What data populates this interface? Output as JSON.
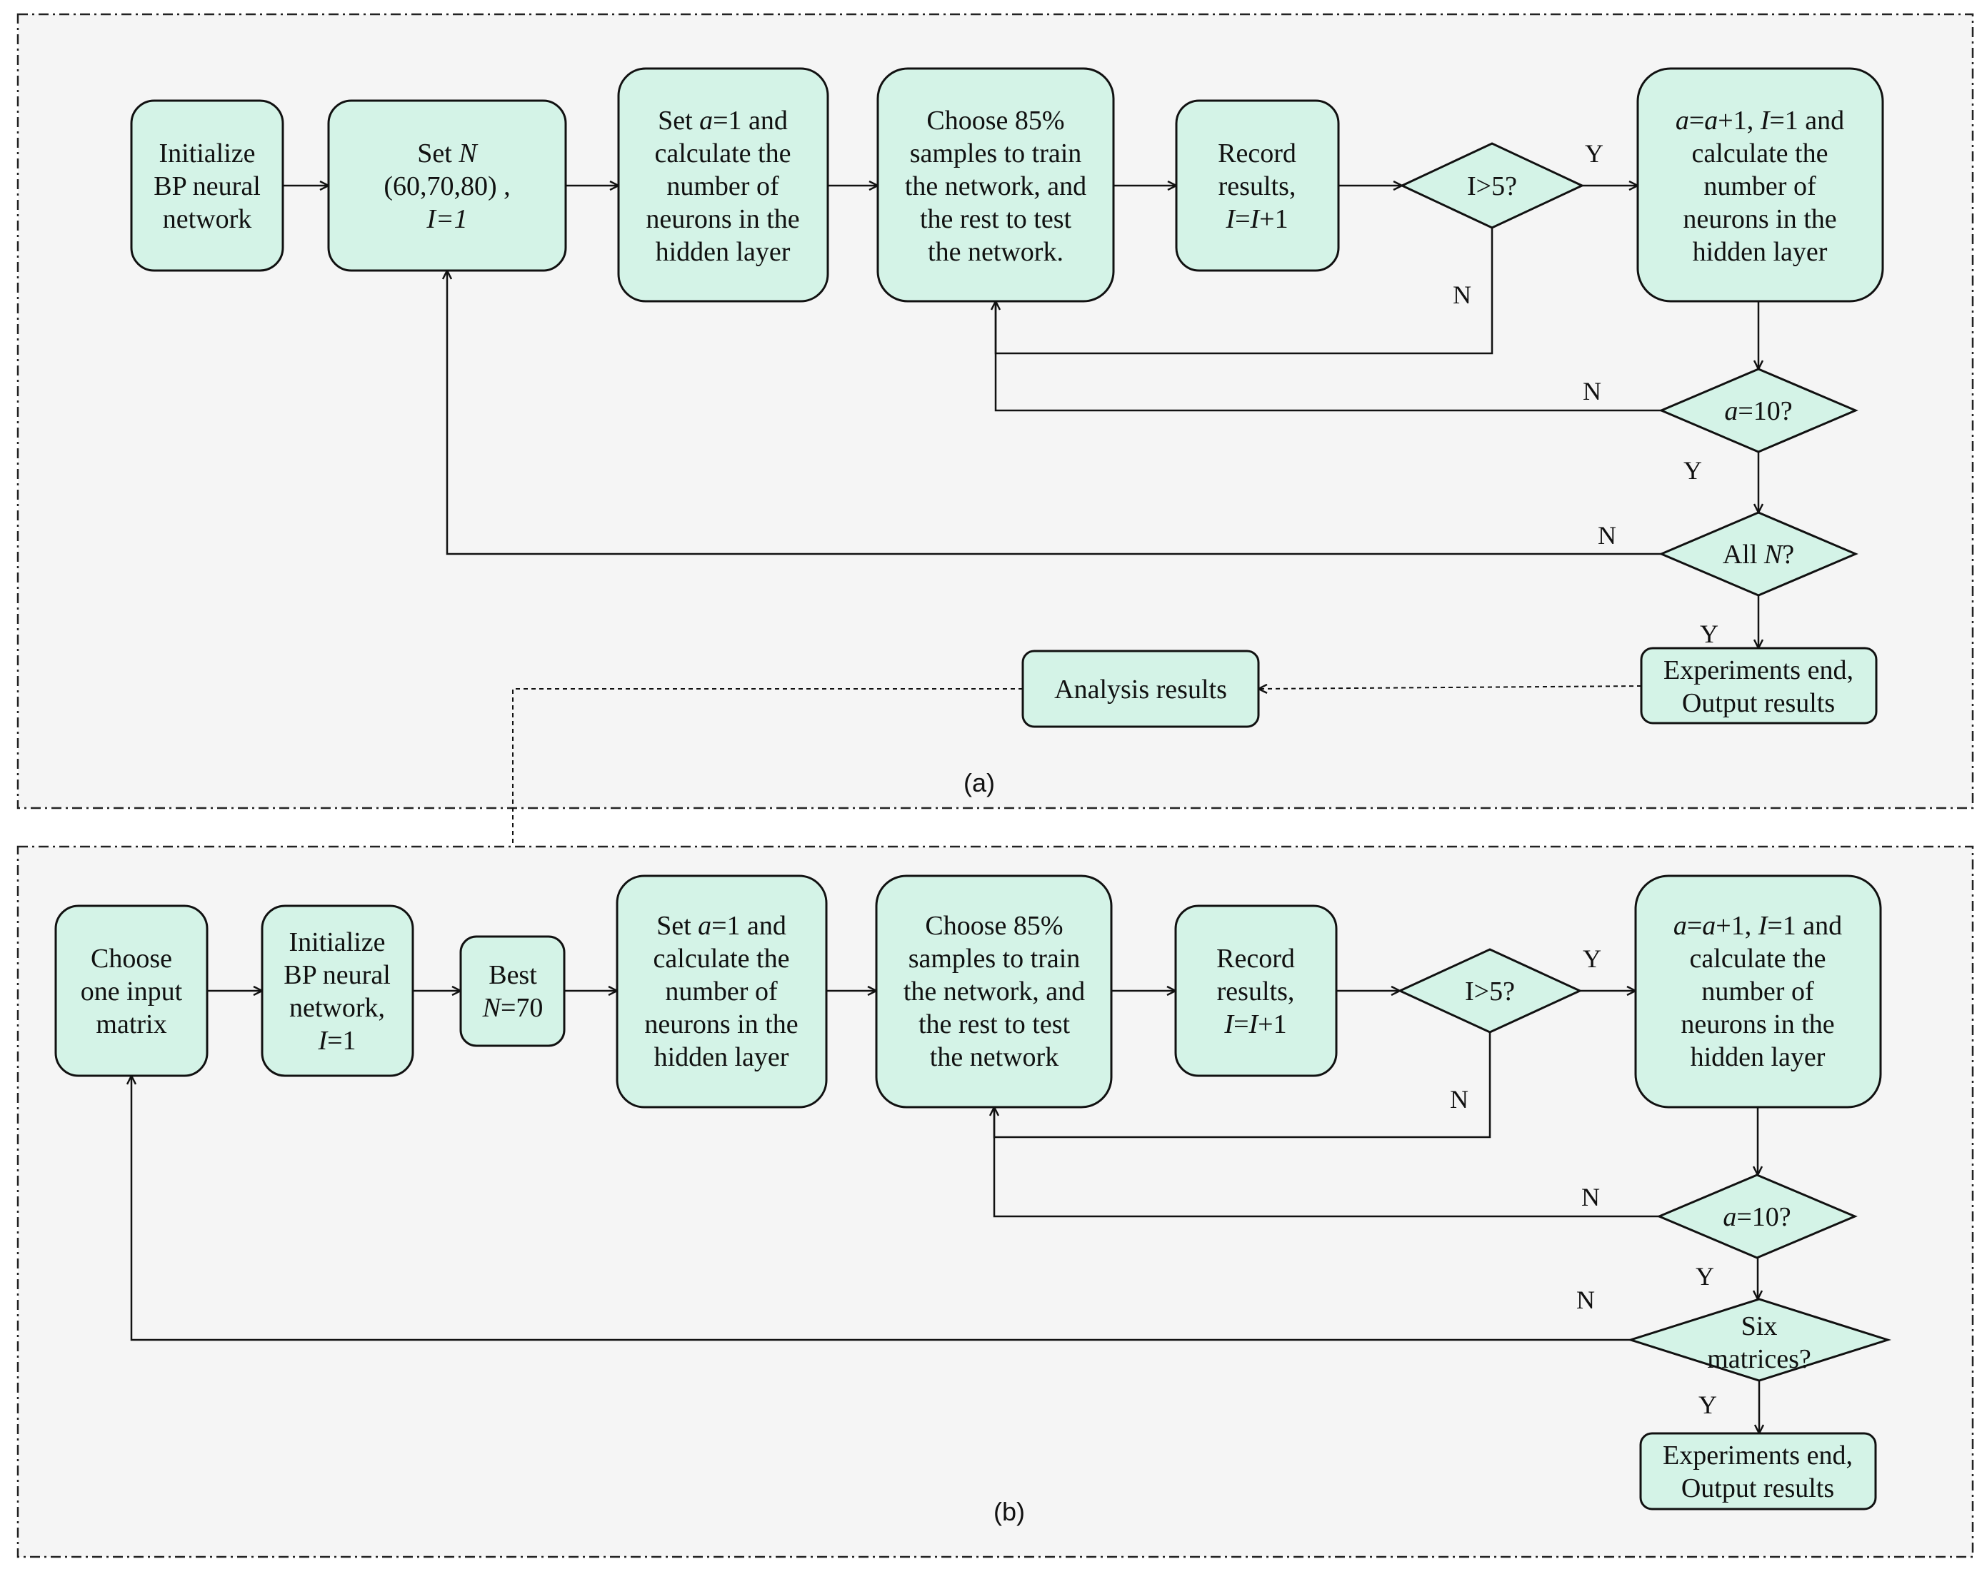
{
  "colors": {
    "node_fill": "#d4f3e7",
    "stroke": "#111111",
    "panel_fill": "#f5f5f5"
  },
  "panel_a": {
    "caption": "(a)",
    "nodes": {
      "init": [
        "Initialize",
        "BP neural",
        "network"
      ],
      "set_n": [
        [
          "Set ",
          {
            "i": "N"
          }
        ],
        [
          "(60,70,80) ,"
        ],
        [
          {
            "i": "I=1"
          }
        ]
      ],
      "set_a": [
        [
          "Set ",
          {
            "i": "a"
          },
          "=1 and"
        ],
        [
          "calculate the"
        ],
        [
          "number of"
        ],
        [
          "neurons in the"
        ],
        [
          "hidden layer"
        ]
      ],
      "choose": [
        "Choose 85%",
        "samples to train",
        "the network, and",
        "the rest to test",
        "the network."
      ],
      "record": [
        [
          "Record"
        ],
        [
          "results,"
        ],
        [
          {
            "i": "I"
          },
          "=",
          {
            "i": "I"
          },
          "+1"
        ]
      ],
      "cond_i": "I>5?",
      "inc_a": [
        [
          {
            "i": "a"
          },
          "=",
          {
            "i": "a"
          },
          "+1, ",
          {
            "i": "I"
          },
          "=1 and"
        ],
        [
          "calculate the"
        ],
        [
          "number of"
        ],
        [
          "neurons in the"
        ],
        [
          "hidden layer"
        ]
      ],
      "cond_a": [
        [
          {
            "i": "a"
          },
          "=10?"
        ]
      ],
      "cond_n": [
        [
          "All ",
          {
            "i": "N"
          },
          "?"
        ]
      ],
      "end": [
        "Experiments end,",
        "Output results"
      ],
      "analysis": "Analysis results"
    },
    "edge_labels": {
      "i_yes": "Y",
      "i_no": "N",
      "a_no": "N",
      "a_yes": "Y",
      "n_no": "N",
      "n_yes": "Y"
    }
  },
  "panel_b": {
    "caption": "(b)",
    "nodes": {
      "choose_matrix": [
        "Choose",
        "one input",
        "matrix"
      ],
      "init": [
        [
          "Initialize"
        ],
        [
          "BP neural"
        ],
        [
          "network,"
        ],
        [
          {
            "i": "I"
          },
          "=1"
        ]
      ],
      "best": [
        [
          "Best"
        ],
        [
          {
            "i": "N"
          },
          "=70"
        ]
      ],
      "set_a": [
        [
          "Set ",
          {
            "i": "a"
          },
          "=1 and"
        ],
        [
          "calculate the"
        ],
        [
          "number of"
        ],
        [
          "neurons in the"
        ],
        [
          "hidden layer"
        ]
      ],
      "choose": [
        "Choose 85%",
        "samples to train",
        "the network, and",
        "the rest to test",
        "the network"
      ],
      "record": [
        [
          "Record"
        ],
        [
          "results,"
        ],
        [
          {
            "i": "I"
          },
          "=",
          {
            "i": "I"
          },
          "+1"
        ]
      ],
      "cond_i": "I>5?",
      "inc_a": [
        [
          {
            "i": "a"
          },
          "=",
          {
            "i": "a"
          },
          "+1, ",
          {
            "i": "I"
          },
          "=1 and"
        ],
        [
          "calculate the"
        ],
        [
          "number of"
        ],
        [
          "neurons in the"
        ],
        [
          "hidden layer"
        ]
      ],
      "cond_a": [
        [
          {
            "i": "a"
          },
          "=10?"
        ]
      ],
      "cond_six": [
        "Six",
        "matrices?"
      ],
      "end": [
        "Experiments end,",
        "Output results"
      ]
    },
    "edge_labels": {
      "i_yes": "Y",
      "i_no": "N",
      "a_no": "N",
      "a_yes": "Y",
      "six_no": "N",
      "six_yes": "Y"
    }
  }
}
